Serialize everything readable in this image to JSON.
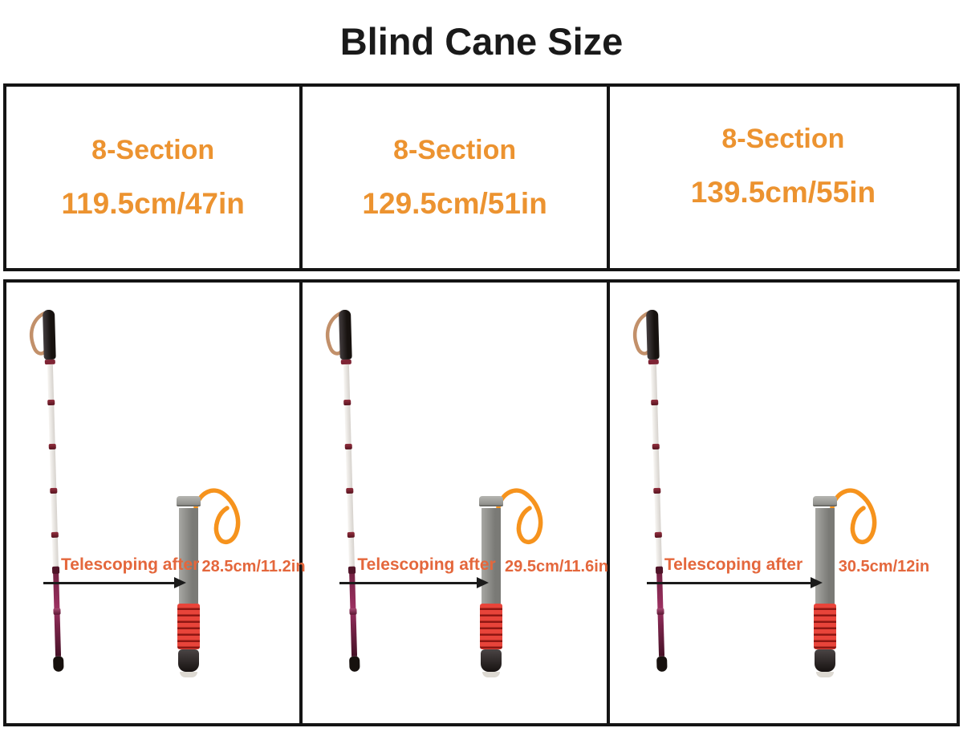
{
  "page": {
    "title": "Blind Cane Size"
  },
  "size_table": {
    "columns": [
      {
        "section_label": "8-Section",
        "length": "119.5cm/47in"
      },
      {
        "section_label": "8-Section",
        "length": "129.5cm/51in"
      },
      {
        "section_label": "8-Section",
        "length": "139.5cm/55in"
      }
    ]
  },
  "panels": [
    {
      "telescoping_label": "Telescoping after",
      "folded_length": "28.5cm/11.2in"
    },
    {
      "telescoping_label": "Telescoping after",
      "folded_length": "29.5cm/11.6in"
    },
    {
      "telescoping_label": "Telescoping after",
      "folded_length": "30.5cm/12in"
    }
  ],
  "colors": {
    "table_text": "#EC9330",
    "annotation_text": "#E4673C",
    "border": "#141414",
    "strap_orange": "#F6931D",
    "strap_tan": "#C2906A",
    "handle_black": "#1E191A",
    "rib_red": "#DD3A30"
  }
}
